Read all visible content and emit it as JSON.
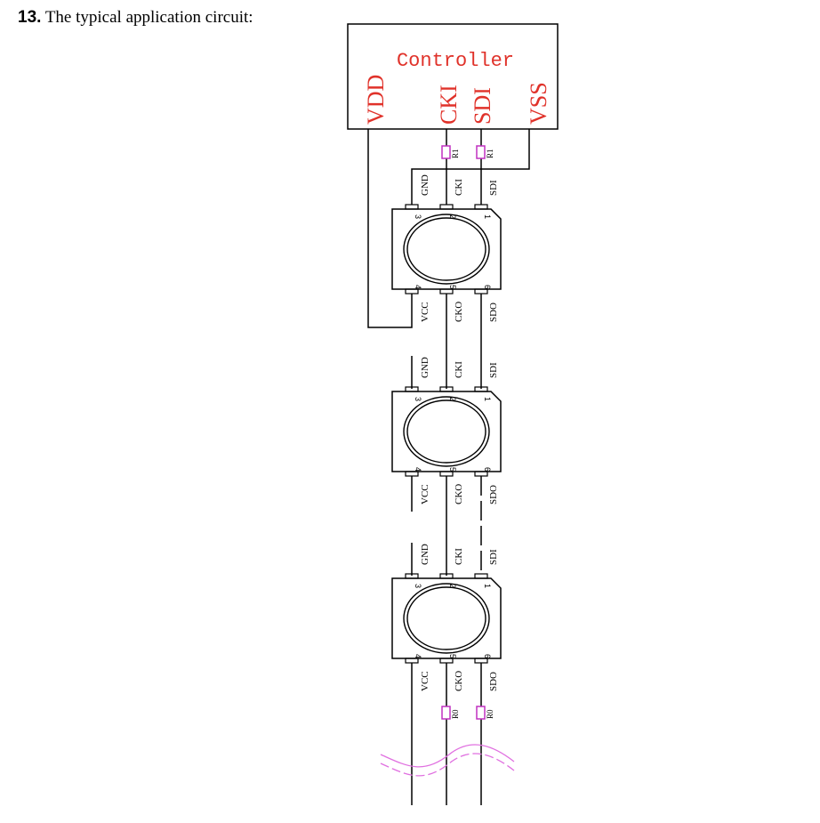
{
  "heading": {
    "number": "13.",
    "text": " The typical application circuit:"
  },
  "controller": {
    "name": "Controller",
    "pins": [
      "VDD",
      "CKI",
      "SDI",
      "VSS"
    ]
  },
  "input_resistors": [
    "R1",
    "R1"
  ],
  "output_resistors": [
    "R0",
    "R0"
  ],
  "led": {
    "top_pins": [
      "GND",
      "CKI",
      "SDI"
    ],
    "top_numbers": [
      "3",
      "2",
      "1"
    ],
    "bottom_pins": [
      "VCC",
      "CKO",
      "SDO"
    ],
    "bottom_numbers": [
      "4",
      "5",
      "6"
    ]
  },
  "colors": {
    "controller_text": "#e0322a",
    "resistor": "#c030c0",
    "break_mark": "#e070e0",
    "line": "#000000"
  }
}
